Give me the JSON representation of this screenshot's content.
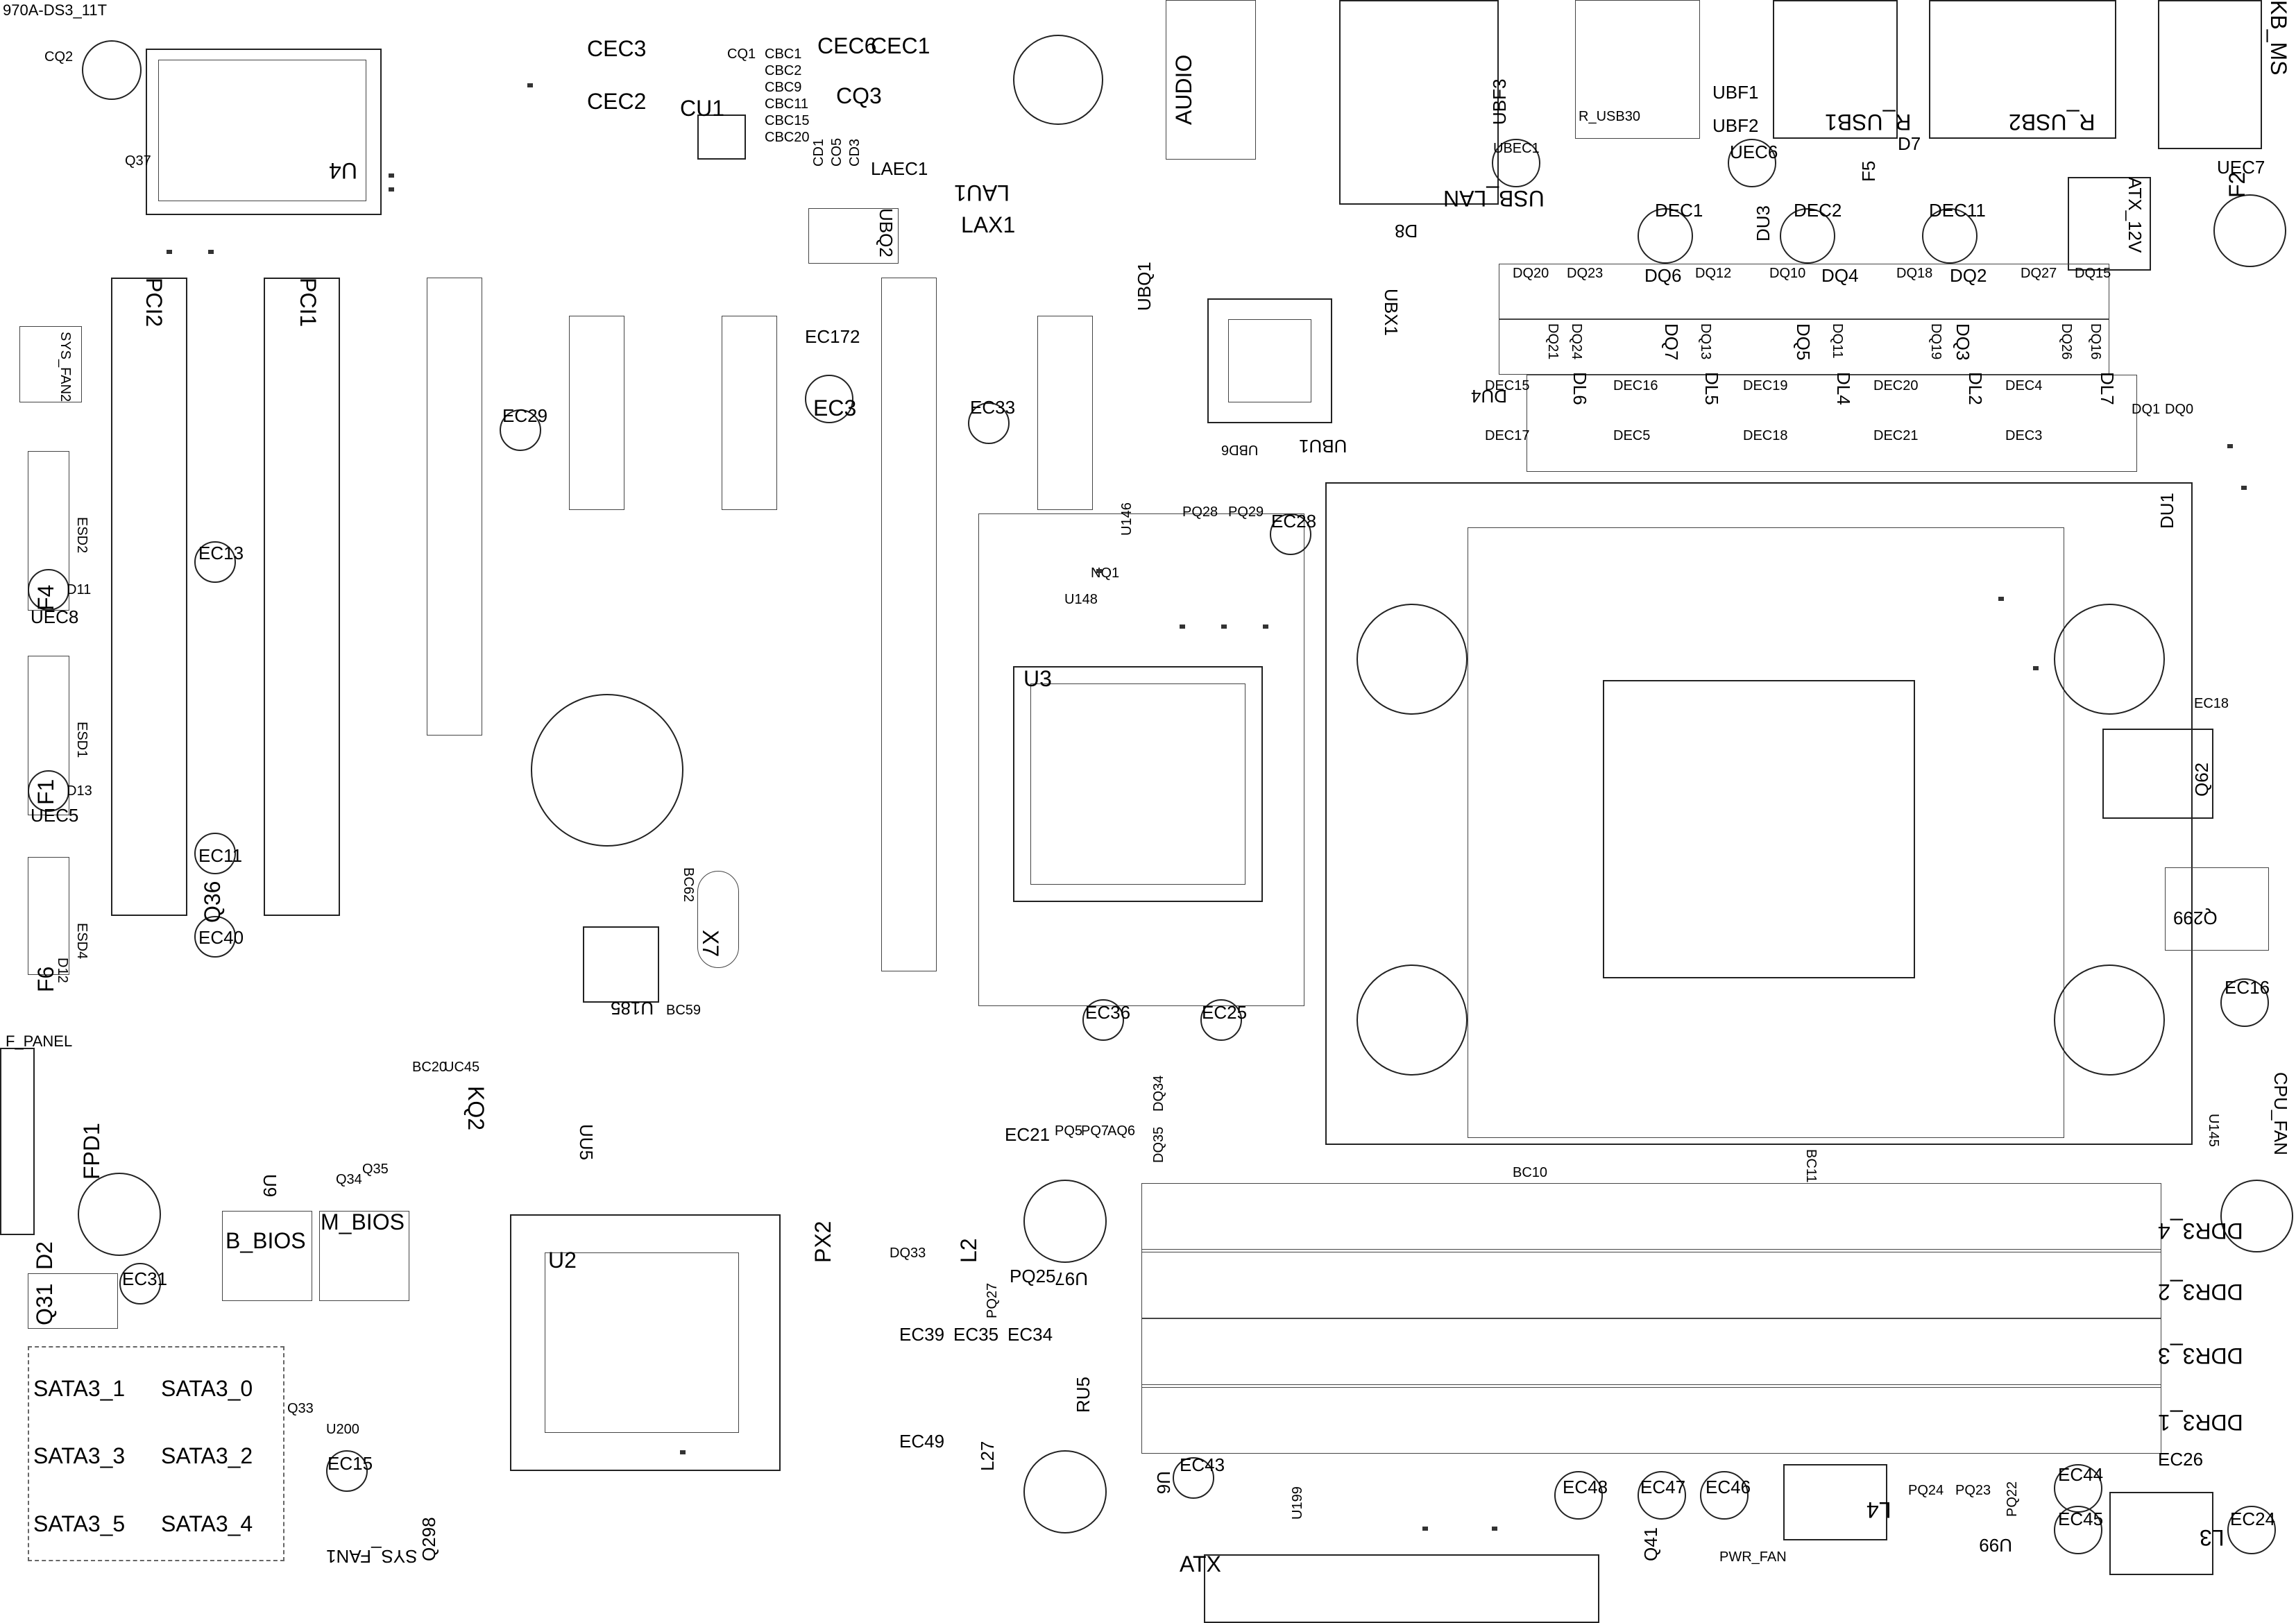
{
  "board_title": "970A-DS3_11T",
  "labels": {
    "u4": "U4",
    "pci2": "PCI2",
    "pci1": "PCI1",
    "cq2": "CQ2",
    "q37": "Q37",
    "sys_fan2": "SYS_FAN2",
    "esd2": "ESD2",
    "f4": "F4",
    "d11": "D11",
    "uec8": "UEC8",
    "ec13": "EC13",
    "esd1": "ESD1",
    "f1": "F1",
    "d13": "D13",
    "uec5": "UEC5",
    "ec11": "EC11",
    "esd4": "ESD4",
    "f6": "F6",
    "d12": "D12",
    "q36": "Q36",
    "ec40": "EC40",
    "f_panel": "F_PANEL",
    "fpd1": "FPD1",
    "d2": "D2",
    "q31": "Q31",
    "ec31": "EC31",
    "sata3_1": "SATA3_1",
    "sata3_0": "SATA3_0",
    "sata3_3": "SATA3_3",
    "sata3_2": "SATA3_2",
    "sata3_5": "SATA3_5",
    "sata3_4": "SATA3_4",
    "q33": "Q33",
    "u200": "U200",
    "ec15": "EC15",
    "sys_fan1": "SYS_FAN1",
    "q298": "Q298",
    "b_bios": "B_BIOS",
    "m_bios": "M_BIOS",
    "u9": "U9",
    "q34": "Q34",
    "q35": "Q35",
    "kq2": "KQ2",
    "bc20": "BC20",
    "uc45": "UC45",
    "uu5": "UU5",
    "u2": "U2",
    "px2": "PX2",
    "cec3": "CEC3",
    "cec2": "CEC2",
    "cu1": "CU1",
    "cec6": "CEC6",
    "cec1": "CEC1",
    "cq3": "CQ3",
    "cq1": "CQ1",
    "cbc1": "CBC1",
    "cbc2": "CBC2",
    "cbc9": "CBC9",
    "cbc11": "CBC11",
    "cbc15": "CBC15",
    "cbc20": "CBC20",
    "cd1": "CD1",
    "co5": "CO5",
    "cd3": "CD3",
    "laec1": "LAEC1",
    "ubq2": "UBQ2",
    "lau1": "LAU1",
    "lax1": "LAX1",
    "audio": "AUDIO",
    "usb_lan": "USB_LAN",
    "d8": "D8",
    "ubf3": "UBF3",
    "ubec1": "UBEC1",
    "r_usb30": "R_USB30",
    "ubf1": "UBF1",
    "ubf2": "UBF2",
    "r_usb1": "R_USB1",
    "uec6": "UEC6",
    "f5": "F5",
    "d7": "D7",
    "r_usb2": "R_USB2",
    "kb_ms": "KB_MS",
    "uec7": "UEC7",
    "f2": "F2",
    "atx_12v": "ATX_12V",
    "ec172": "EC172",
    "ec3": "EC3",
    "ec29": "EC29",
    "ec33": "EC33",
    "ubq1": "UBQ1",
    "ubx1": "UBX1",
    "ubu1": "UBU1",
    "ubd6": "UBD6",
    "dec1": "DEC1",
    "dec2": "DEC2",
    "dec11": "DEC11",
    "du3": "DU3",
    "du4": "DU4",
    "dq20": "DQ20",
    "dq23": "DQ23",
    "dq6": "DQ6",
    "dq12": "DQ12",
    "dq10": "DQ10",
    "dq4": "DQ4",
    "dq18": "DQ18",
    "dq2": "DQ2",
    "dq27": "DQ27",
    "dq15": "DQ15",
    "dq21": "DQ21",
    "dq24": "DQ24",
    "dq7": "DQ7",
    "dq13": "DQ13",
    "dq5": "DQ5",
    "dq11": "DQ11",
    "dq19": "DQ19",
    "dq3": "DQ3",
    "dq26": "DQ26",
    "dq16": "DQ16",
    "dec15": "DEC15",
    "dl6": "DL6",
    "dec16": "DEC16",
    "dl5": "DL5",
    "dec19": "DEC19",
    "dl4": "DL4",
    "dec20": "DEC20",
    "dl2": "DL2",
    "dec4": "DEC4",
    "dl7": "DL7",
    "dec17": "DEC17",
    "dec5": "DEC5",
    "dec18": "DEC18",
    "dec21": "DEC21",
    "dec3": "DEC3",
    "du1": "DU1",
    "dq1": "DQ1",
    "dq0": "DQ0",
    "pq28": "PQ28",
    "pq29": "PQ29",
    "ec28": "EC28",
    "u146": "U146",
    "u148": "U148",
    "nq1": "NQ1",
    "u3": "U3",
    "ec36": "EC36",
    "ec25": "EC25",
    "u185": "U185",
    "x7": "X7",
    "bc59": "BC59",
    "bc62": "BC62",
    "q62": "Q62",
    "q299": "Q299",
    "ec16": "EC16",
    "ec18": "EC18",
    "cpu_fan": "CPU_FAN",
    "u145": "U145",
    "dq34": "DQ34",
    "dq35": "DQ35",
    "ec21": "EC21",
    "pq5": "PQ5",
    "pq7": "PQ7",
    "aq6": "AQ6",
    "dq33": "DQ33",
    "l2": "L2",
    "pq25": "PQ25",
    "pq27": "PQ27",
    "u97": "U97",
    "ec39": "EC39",
    "ec35": "EC35",
    "ec34": "EC34",
    "ec49": "EC49",
    "l27": "L27",
    "ru5": "RU5",
    "ddr3_4": "DDR3_4",
    "ddr3_2": "DDR3_2",
    "ddr3_3": "DDR3_3",
    "ddr3_1": "DDR3_1",
    "ec43": "EC43",
    "u6": "U6",
    "u199": "U199",
    "atx": "ATX",
    "ec48": "EC48",
    "ec47": "EC47",
    "ec46": "EC46",
    "q41": "Q41",
    "pwr_fan": "PWR_FAN",
    "l4": "L4",
    "pq24": "PQ24",
    "pq23": "PQ23",
    "pq22": "PQ22",
    "ec44": "EC44",
    "ec45": "EC45",
    "u99": "U99",
    "ec26": "EC26",
    "l3": "L3",
    "ec24": "EC24",
    "bc10": "BC10",
    "bc11": "BC11"
  }
}
